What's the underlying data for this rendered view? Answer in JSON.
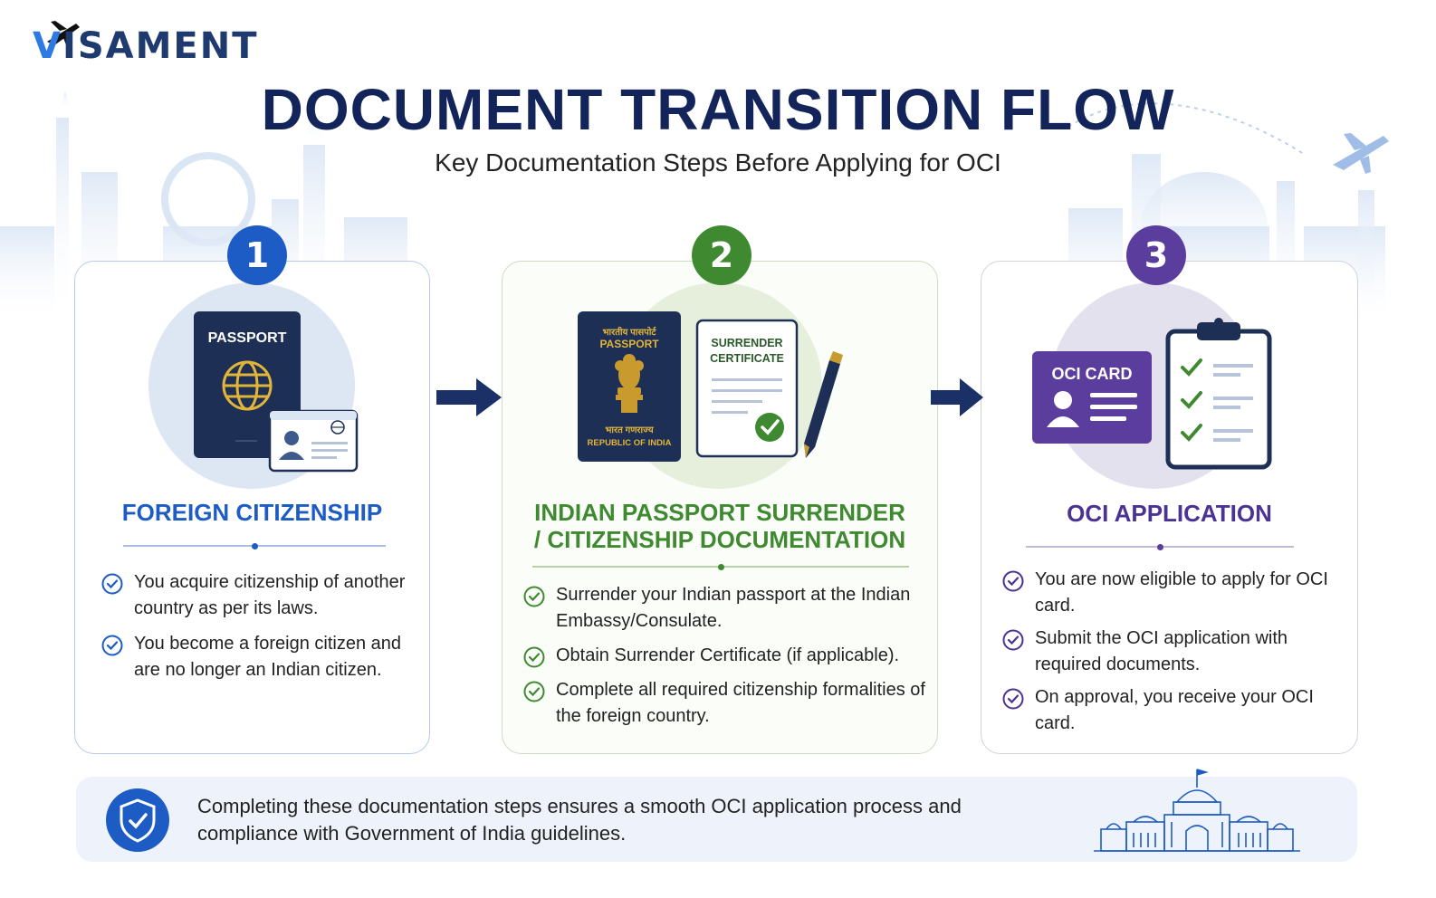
{
  "brand": {
    "logo_text_v": "V",
    "logo_text_rest": "ISAMENT"
  },
  "header": {
    "title": "DOCUMENT TRANSITION FLOW",
    "subtitle": "Key Documentation Steps Before Applying for OCI"
  },
  "steps": [
    {
      "number": "1",
      "title": "FOREIGN CITIZENSHIP",
      "illustration": {
        "passport_label": "PASSPORT"
      },
      "items": [
        "You acquire citizenship of another country as per its laws.",
        "You become a foreign citizen and are no longer an Indian citizen."
      ]
    },
    {
      "number": "2",
      "title": "INDIAN PASSPORT SURRENDER / CITIZENSHIP DOCUMENTATION",
      "illustration": {
        "passport_hindi": "भारतीय पासपोर्ट",
        "passport_label": "PASSPORT",
        "republic_hindi": "भारत गणराज्य",
        "republic_label": "REPUBLIC OF INDIA",
        "certificate_line1": "SURRENDER",
        "certificate_line2": "CERTIFICATE"
      },
      "items": [
        "Surrender your Indian passport at the Indian Embassy/Consulate.",
        "Obtain Surrender Certificate (if applicable).",
        "Complete all required citizenship formalities of the foreign country."
      ]
    },
    {
      "number": "3",
      "title": "OCI APPLICATION",
      "illustration": {
        "card_label": "OCI CARD"
      },
      "items": [
        "You are now eligible to apply for OCI card.",
        "Submit the OCI application with required documents.",
        "On approval, you receive your OCI card."
      ]
    }
  ],
  "footer": {
    "text": "Completing these documentation steps ensures a smooth OCI application process and compliance with Government of India guidelines."
  },
  "colors": {
    "navy": "#13245a",
    "step1": "#1d5cc4",
    "step2": "#3f8a30",
    "step3": "#5b3d9e",
    "arrow": "#1b3066"
  }
}
